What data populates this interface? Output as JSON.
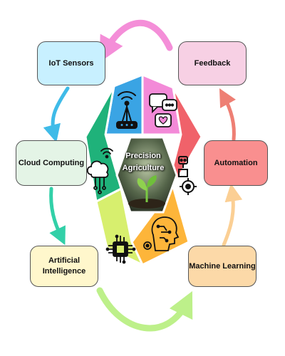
{
  "center": {
    "title_line1": "Precision",
    "title_line2": "Agriculture"
  },
  "nodes": {
    "iot_sensors": "IoT Sensors",
    "feedback": "Feedback",
    "cloud_computing": "Cloud Computing",
    "automation": "Automation",
    "ai_line1": "Artificial",
    "ai_line2": "Intelligence",
    "machine_learning": "Machine Learning"
  },
  "colors": {
    "iot_sensors": "#c8f0ff",
    "feedback": "#f7d0e4",
    "cloud_computing": "#e4f4e6",
    "automation": "#f98f8f",
    "artificial_intelligence": "#fff7cc",
    "machine_learning": "#fcd9a8",
    "segment_blue": "#3aa4e4",
    "segment_pink": "#f38ad8",
    "segment_green": "#1fb27a",
    "segment_red": "#f0626a",
    "segment_lime": "#d7ef6e",
    "segment_orange": "#fdb53a",
    "arrow_blue": "#3fbbe8",
    "arrow_pink": "#f48ed8",
    "arrow_teal": "#32d0a8",
    "arrow_salmon": "#ee7f74",
    "arrow_green": "#bdf08a",
    "arrow_peach": "#fbcf94"
  },
  "icons": {
    "top": "wifi-tower-icon",
    "top_right": "chat-bubbles-icon",
    "right": "robot-gear-icon",
    "bottom_right": "ai-head-icon",
    "bottom_left": "chip-icon",
    "left": "cloud-network-icon",
    "center": "plant-sprout-icon"
  }
}
